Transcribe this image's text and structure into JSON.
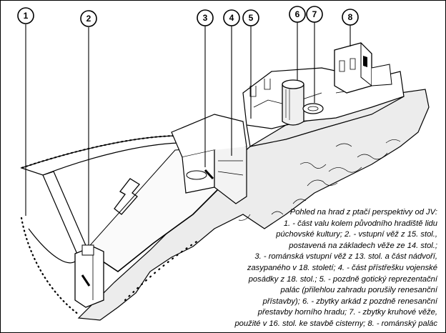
{
  "figure": {
    "caption_lines": [
      "Pohled na hrad z ptačí perspektivy od JV:",
      "1. - část valu kolem původního hradiště lidu",
      "púchovské kultury; 2. - vstupní věž z 15. stol.,",
      "postavená na základech věže ze 14. stol.;",
      "3. - románská vstupní věž z 13. stol. a část nádvoří,",
      "zasypaného v 18. století; 4. - část přístřešku vojenské",
      "posádky z 18. stol.; 5. - pozdně gotický reprezentační",
      "palác (přilehlou zahradu porušily renesanční",
      "přístavby); 6. - zbytky arkád z pozdně renesanční",
      "přestavby horního hradu; 7. - zbytky kruhové věže,",
      "použité v 16. stol. ke stavbě cisterny; 8. - románský palác"
    ],
    "markers": [
      "1",
      "2",
      "3",
      "4",
      "5",
      "6",
      "7",
      "8"
    ],
    "colors": {
      "ink": "#000000",
      "paper": "#ffffff",
      "rock_shade": "#d9d9d9"
    }
  }
}
